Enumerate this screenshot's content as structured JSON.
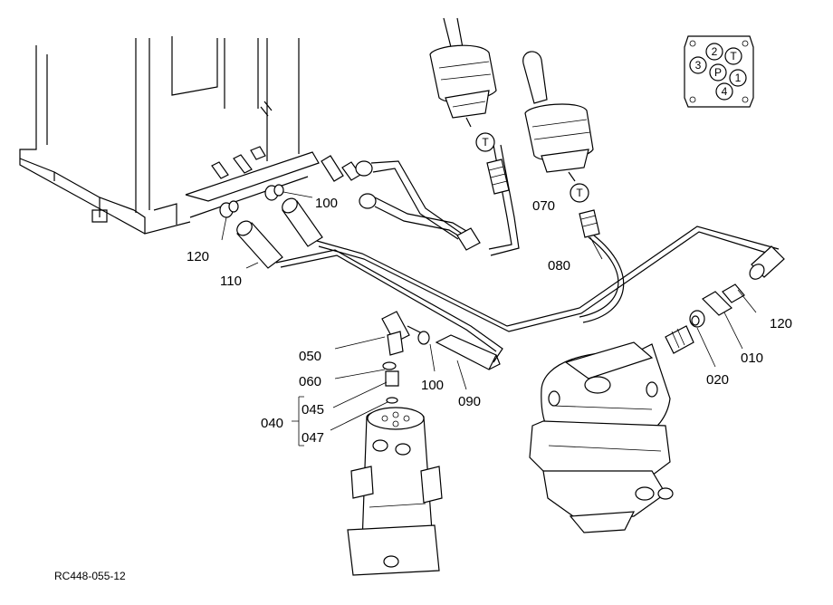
{
  "labels": {
    "p100a": "100",
    "p120a": "120",
    "p110": "110",
    "p070": "070",
    "p080": "080",
    "p120b": "120",
    "p010": "010",
    "p020": "020",
    "p050": "050",
    "p060": "060",
    "p045": "045",
    "p040": "040",
    "p047": "047",
    "p100b": "100",
    "p090": "090"
  },
  "port_marks": {
    "left_lever": "T",
    "right_lever": "T"
  },
  "port_diagram": {
    "ports": [
      "2",
      "T",
      "3",
      "P",
      "1",
      "4"
    ]
  },
  "doc_code": "RC448-055-12"
}
